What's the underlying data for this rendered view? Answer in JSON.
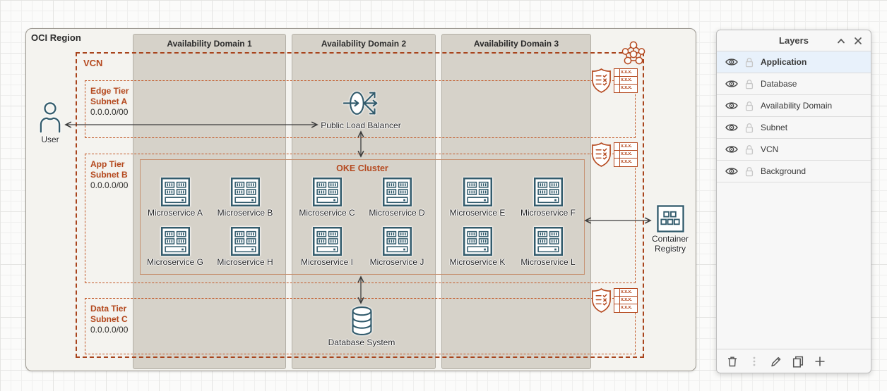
{
  "colors": {
    "accent_orange": "#B5491F",
    "icon_teal": "#325B6C",
    "availability_domain_fill": "#D6D2C9",
    "region_fill": "#F4F3EF",
    "selected_layer_row": "#E8F1FB"
  },
  "diagram": {
    "region_label": "OCI Region",
    "vcn_label": "VCN",
    "availability_domains": [
      {
        "label": "Availability Domain 1"
      },
      {
        "label": "Availability Domain 2"
      },
      {
        "label": "Availability Domain 3"
      }
    ],
    "subnets": [
      {
        "tier": "Edge Tier",
        "name": "Subnet A",
        "cidr": "0.0.0.0/00"
      },
      {
        "tier": "App Tier",
        "name": "Subnet B",
        "cidr": "0.0.0.0/00"
      },
      {
        "tier": "Data Tier",
        "name": "Subnet C",
        "cidr": "0.0.0.0/00"
      }
    ],
    "oke_cluster_label": "OKE Cluster",
    "nodes": {
      "user": {
        "label": "User"
      },
      "load_balancer": {
        "label": "Public Load Balancer"
      },
      "database": {
        "label": "Database System"
      },
      "registry": {
        "label_line1": "Container",
        "label_line2": "Registry"
      }
    },
    "microservices": [
      {
        "label": "Microservice A"
      },
      {
        "label": "Microservice B"
      },
      {
        "label": "Microservice C"
      },
      {
        "label": "Microservice D"
      },
      {
        "label": "Microservice E"
      },
      {
        "label": "Microservice F"
      },
      {
        "label": "Microservice G"
      },
      {
        "label": "Microservice H"
      },
      {
        "label": "Microservice I"
      },
      {
        "label": "Microservice J"
      },
      {
        "label": "Microservice K"
      },
      {
        "label": "Microservice L"
      }
    ],
    "route_table_cell": "x.x.x."
  },
  "layers_panel": {
    "title": "Layers",
    "items": [
      {
        "label": "Application",
        "selected": true,
        "visible": true,
        "locked": false
      },
      {
        "label": "Database",
        "selected": false,
        "visible": true,
        "locked": false
      },
      {
        "label": "Availability Domain",
        "selected": false,
        "visible": true,
        "locked": false
      },
      {
        "label": "Subnet",
        "selected": false,
        "visible": true,
        "locked": false
      },
      {
        "label": "VCN",
        "selected": false,
        "visible": true,
        "locked": false
      },
      {
        "label": "Background",
        "selected": false,
        "visible": true,
        "locked": false
      }
    ]
  }
}
